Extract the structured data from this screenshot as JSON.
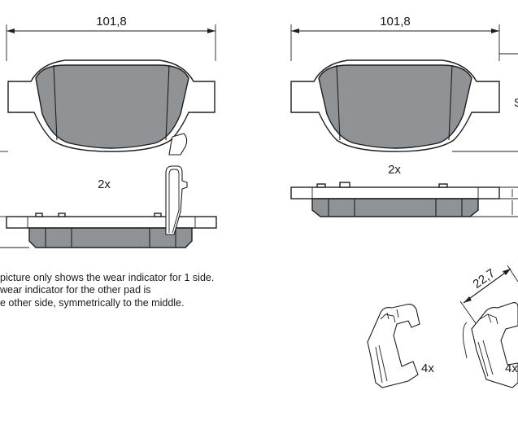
{
  "dimensions": {
    "left_width": "101,8",
    "right_width": "101,8",
    "clip_length": "22,7",
    "right_height_partial": "S"
  },
  "quantities": {
    "left_pads": "2x",
    "right_pads": "2x",
    "left_clips": "4x",
    "right_clips": "4x"
  },
  "note": {
    "line1": "picture only shows the wear indicator for 1 side.",
    "line2": "wear indicator for the other pad is",
    "line3": "e other side, symmetrically to the middle."
  },
  "colors": {
    "pad_fill": "#8f9396",
    "outline": "#1e1e1e"
  }
}
